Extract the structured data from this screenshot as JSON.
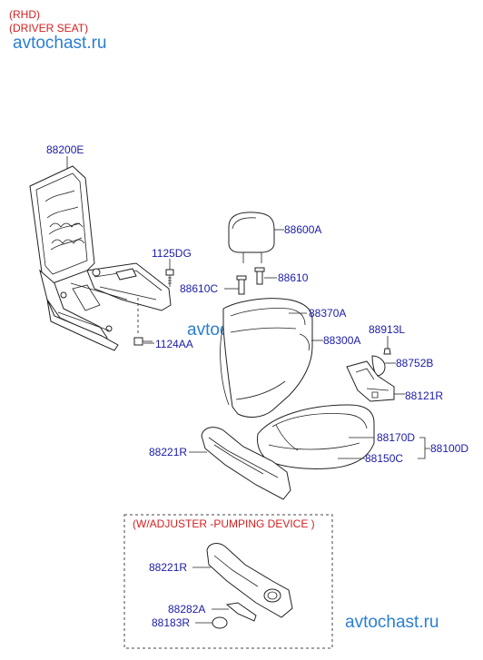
{
  "header": {
    "line1": "(RHD)",
    "line2": "(DRIVER SEAT)"
  },
  "watermarks": {
    "top_left": "avtochast.ru",
    "middle": "avtochast.ru",
    "bottom_right": "avtochast.ru"
  },
  "inset": {
    "title": "(W/ADJUSTER -PUMPING DEVICE )"
  },
  "parts": {
    "frame": "88200E",
    "headrest": "88600A",
    "bolt_1125": "1125DG",
    "guide_88610": "88610",
    "guide_88610c": "88610C",
    "back_pad": "88370A",
    "back_assy": "88300A",
    "clip": "88913L",
    "bolt_1124": "1124AA",
    "knob": "88752B",
    "bracket": "88121R",
    "cushion_pad": "88170D",
    "cushion_assy": "88100D",
    "cushion_cover": "88150C",
    "side_cover": "88221R",
    "inset_side_cover": "88221R",
    "inset_lever": "88282A",
    "inset_cap": "88183R"
  },
  "colors": {
    "label": "#1a1aa6",
    "header": "#d42020",
    "watermark": "#2a7fd4",
    "line": "#222222"
  }
}
